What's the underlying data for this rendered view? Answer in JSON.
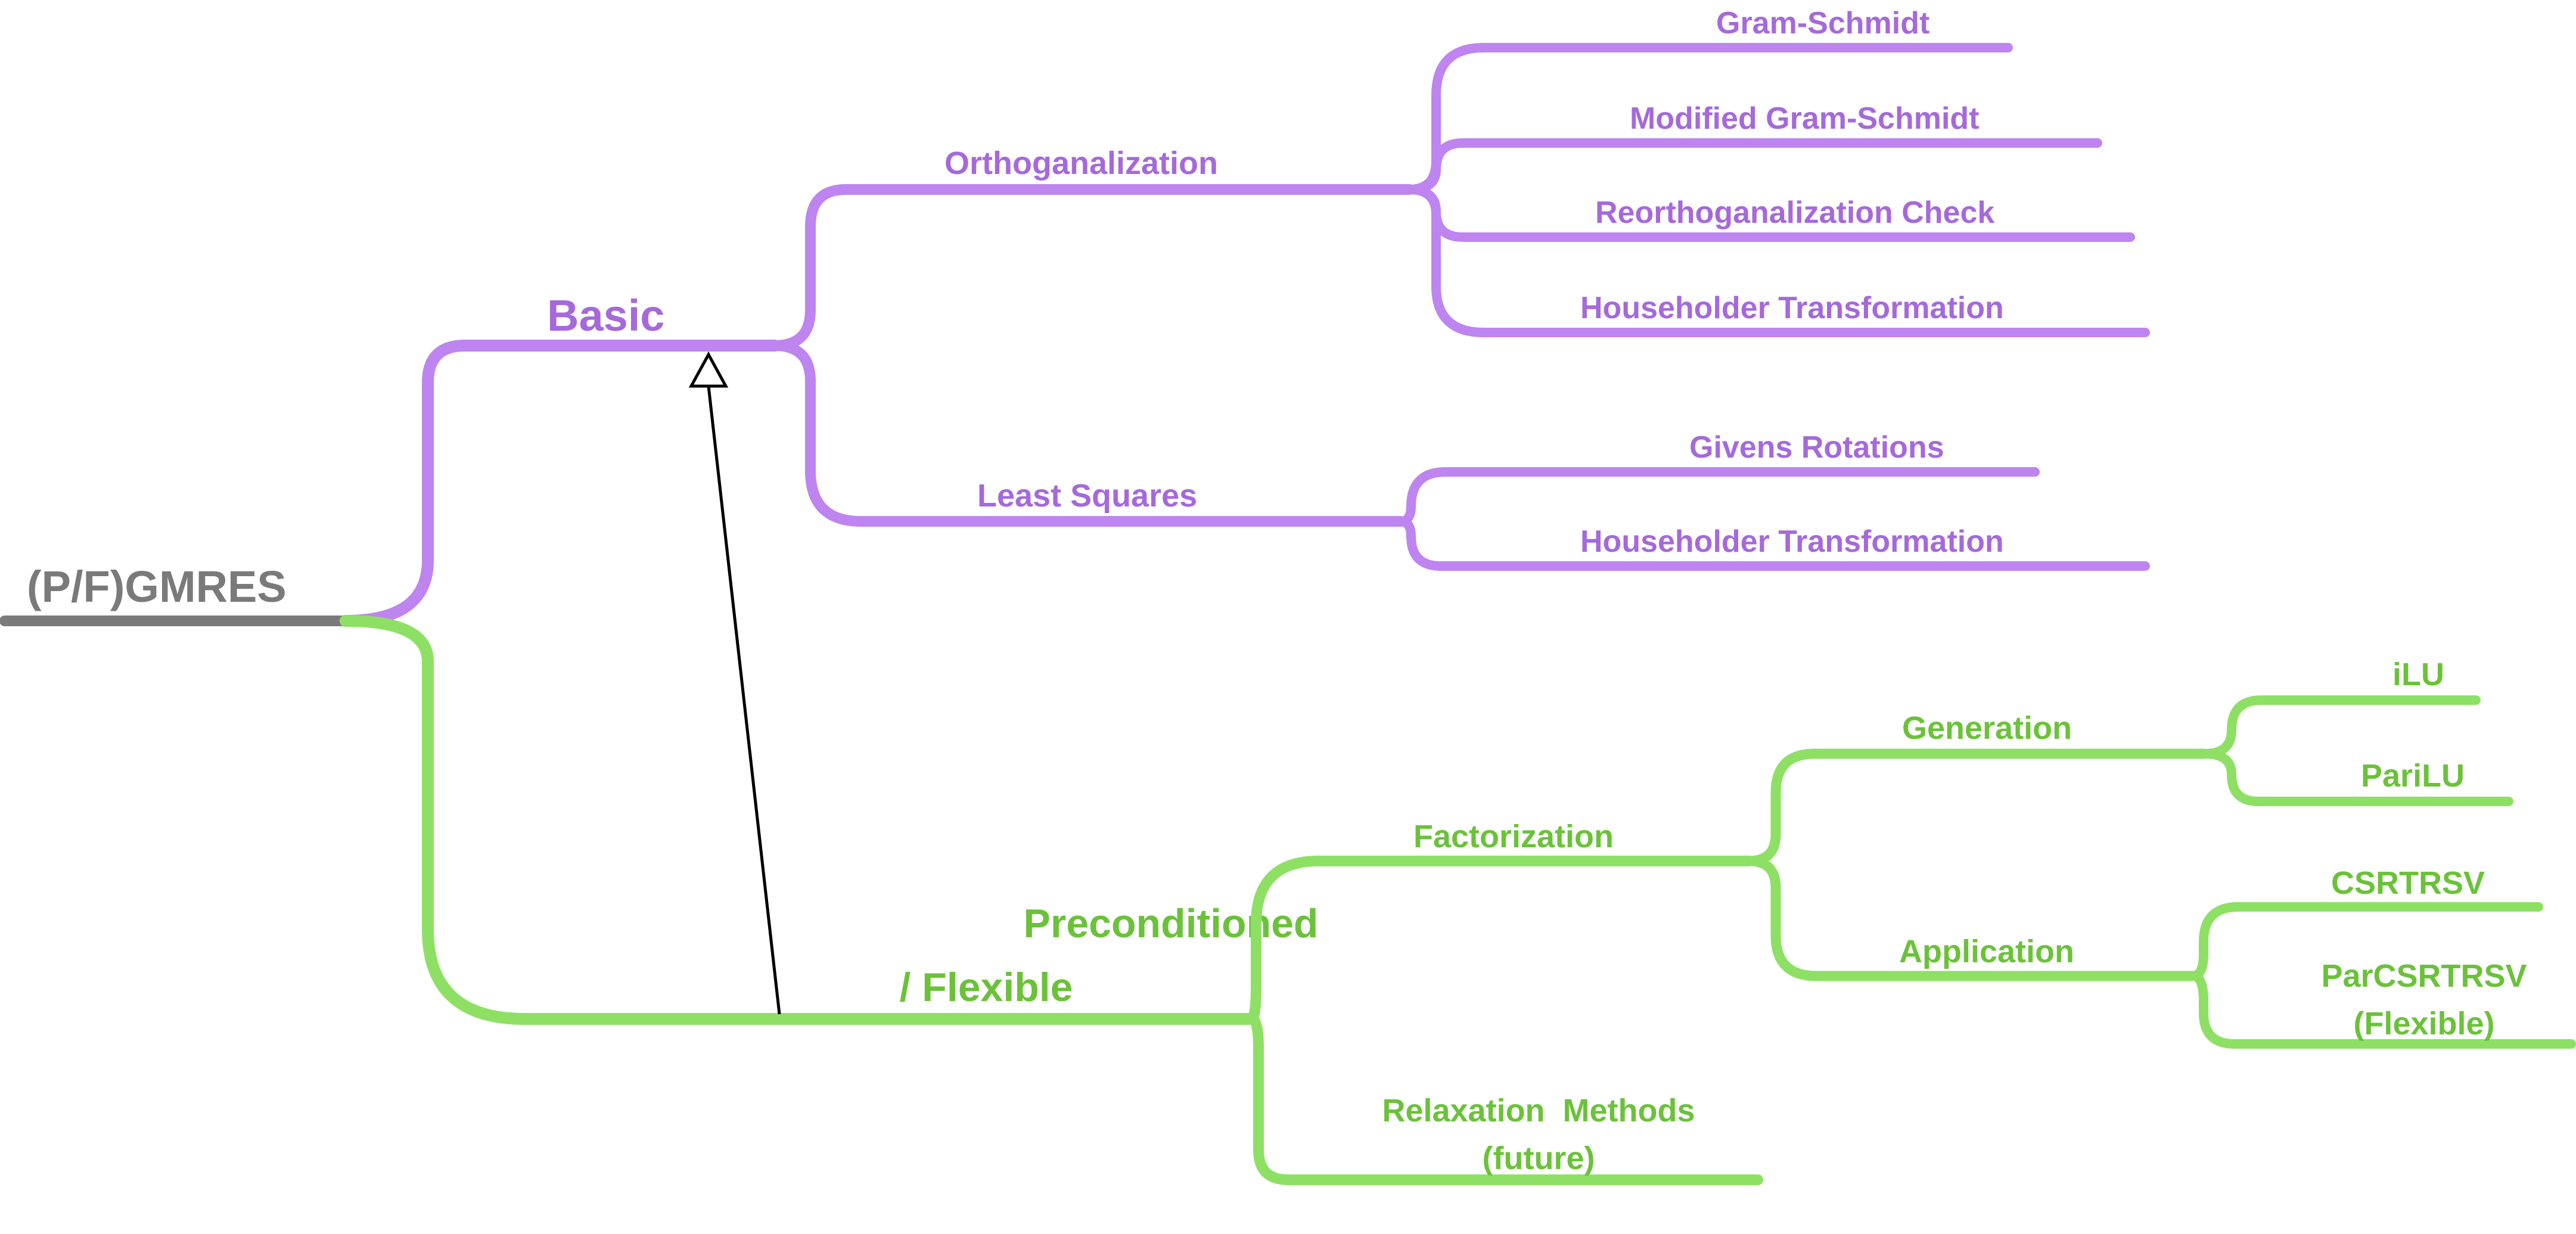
{
  "colors": {
    "root": "#7a7a7a",
    "basic": "#be85f0",
    "basic_text": "#a569dc",
    "precond": "#8ee065",
    "precond_text": "#6bc23a",
    "arrow": "#000000"
  },
  "root": {
    "label": "(P/F)GMRES"
  },
  "basic": {
    "label": "Basic",
    "orthogonalization": {
      "label": "Orthoganalization",
      "children": [
        "Gram-Schmidt",
        "Modified Gram-Schmidt",
        "Reorthoganalization Check",
        "Householder Transformation"
      ]
    },
    "least_squares": {
      "label": "Least Squares",
      "children": [
        "Givens Rotations",
        "Householder Transformation"
      ]
    }
  },
  "preconditioned": {
    "label_line1": "Preconditioned",
    "label_line2": "/ Flexible",
    "factorization": {
      "label": "Factorization",
      "generation": {
        "label": "Generation",
        "children": [
          "iLU",
          "PariLU"
        ]
      },
      "application": {
        "label": "Application",
        "children": [
          "CSRTRSV"
        ],
        "flexible_line1": "ParCSRTRSV",
        "flexible_line2": "(Flexible)"
      }
    },
    "relaxation": {
      "label_line1": "Relaxation  Methods",
      "label_line2": "(future)"
    }
  }
}
